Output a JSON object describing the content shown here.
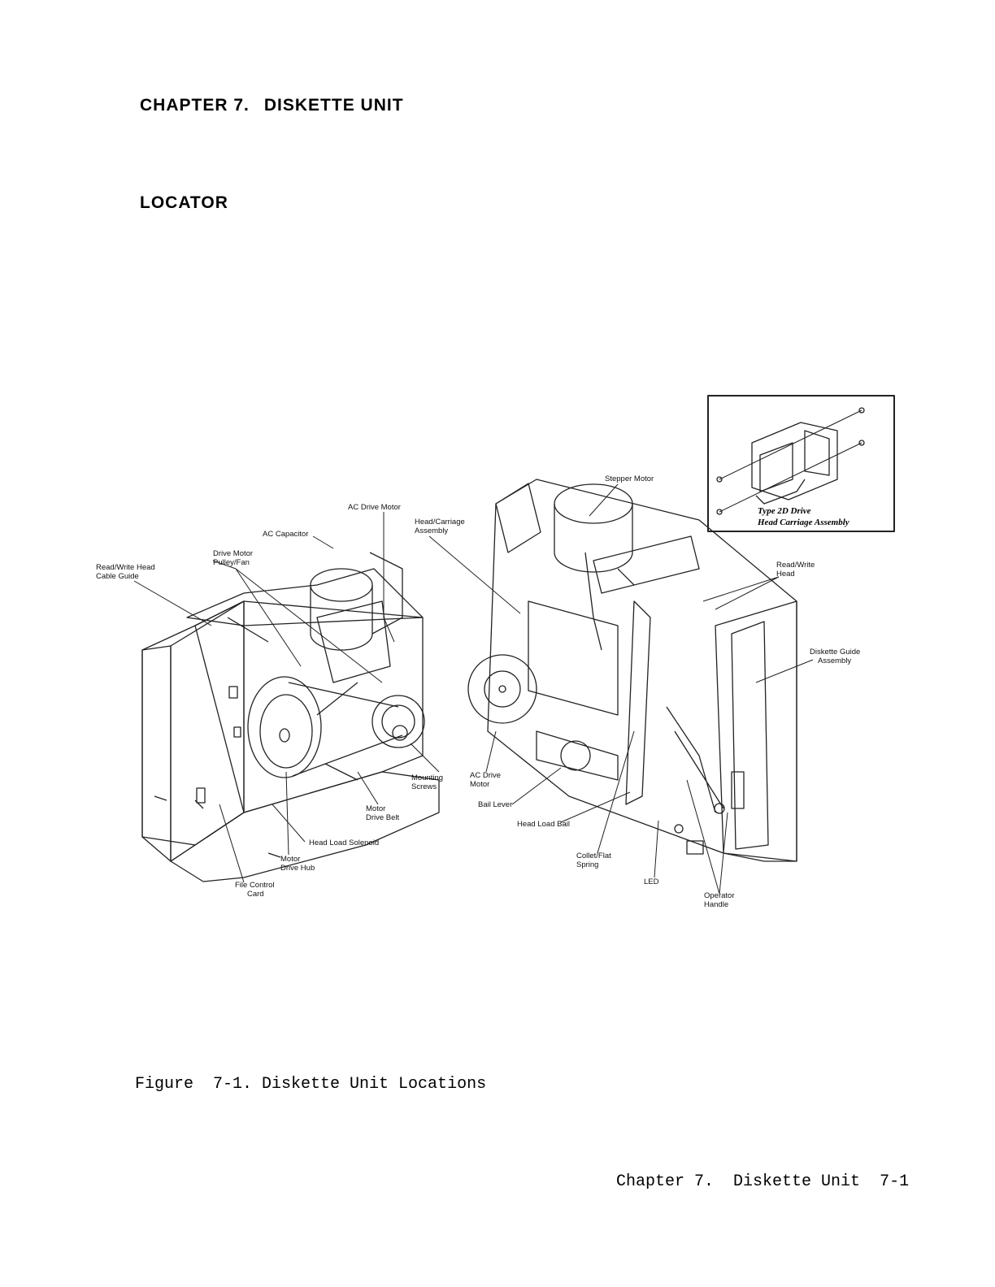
{
  "chapter": {
    "number_label": "CHAPTER 7.",
    "title": "DISKETTE UNIT"
  },
  "section": {
    "title": "LOCATOR"
  },
  "figure": {
    "inset_caption_line1": "Type 2D Drive",
    "inset_caption_line2": "Head Carriage Assembly",
    "callouts": {
      "ac_drive_motor": "AC Drive Motor",
      "ac_capacitor": "AC Capacitor",
      "drive_motor_pulley_1": "Drive Motor",
      "drive_motor_pulley_2": "Pulley/Fan",
      "rw_cable_guide_1": "Read/Write Head",
      "rw_cable_guide_2": "Cable Guide",
      "head_carriage_1": "Head/Carriage",
      "head_carriage_2": "Assembly",
      "stepper_motor": "Stepper Motor",
      "rw_head_1": "Read/Write",
      "rw_head_2": "Head",
      "diskette_guide_1": "Diskette Guide",
      "diskette_guide_2": "Assembly",
      "mounting_screws_1": "Mounting",
      "mounting_screws_2": "Screws",
      "ac_drive_motor_r_1": "AC Drive",
      "ac_drive_motor_r_2": "Motor",
      "bail_lever": "Bail Lever",
      "head_load_bail": "Head Load Bail",
      "motor_drive_belt_1": "Motor",
      "motor_drive_belt_2": "Drive Belt",
      "head_load_solenoid": "Head Load Solenoid",
      "motor_drive_hub_1": "Motor",
      "motor_drive_hub_2": "Drive Hub",
      "file_control_card_1": "File Control",
      "file_control_card_2": "Card",
      "collet_spring_1": "Collet/Flat",
      "collet_spring_2": "Spring",
      "led": "LED",
      "operator_handle_1": "Operator",
      "operator_handle_2": "Handle"
    },
    "caption_label": "Figure",
    "caption_text": "7-1. Diskette Unit Locations"
  },
  "footer": {
    "chapter_label": "Chapter 7.",
    "title": "Diskette Unit",
    "page": "7-1"
  }
}
